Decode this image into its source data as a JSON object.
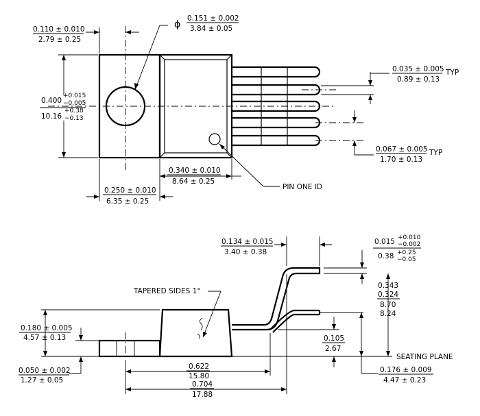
{
  "top_view": {
    "dim_flange_thickness": {
      "in": "0.110 ± 0.010",
      "mm": "2.79 ± 0.25"
    },
    "dim_hole_diameter": {
      "symbol": "ϕ",
      "in": "0.151 ± 0.002",
      "mm": "3.84 ± 0.05"
    },
    "dim_lead_width": {
      "in": "0.035 ± 0.005",
      "mm": "0.89 ± 0.13",
      "note": "TYP"
    },
    "dim_height": {
      "in": "0.400",
      "in_tol_plus": "+0.015",
      "in_tol_minus": "−0.005",
      "mm": "10.16",
      "mm_tol_plus": "+0.38",
      "mm_tol_minus": "−0.13"
    },
    "dim_lead_pitch": {
      "in": "0.067 ± 0.005",
      "mm": "1.70 ± 0.13",
      "note": "TYP"
    },
    "dim_body_length": {
      "in": "0.340 ± 0.010",
      "mm": "8.64 ± 0.25"
    },
    "dim_hole_center": {
      "in": "0.250 ± 0.010",
      "mm": "6.35 ± 0.25"
    },
    "pin_one_label": "PIN ONE ID"
  },
  "side_view": {
    "dim_lead_offset": {
      "in": "0.134 ± 0.015",
      "mm": "3.40 ± 0.38"
    },
    "dim_lead_thickness": {
      "in": "0.015",
      "in_tol_plus": "+0.010",
      "in_tol_minus": "−0.002",
      "mm": "0.38",
      "mm_tol_plus": "+0.25",
      "mm_tol_minus": "−0.05"
    },
    "tapered_label": "TAPERED SIDES 1°",
    "dim_lead_height": {
      "in_max": "0.343",
      "in_min": "0.324",
      "mm_max": "8.70",
      "mm_min": "8.24"
    },
    "dim_body_height": {
      "in": "0.180 ± 0.005",
      "mm": "4.57 ± 0.13"
    },
    "dim_standoff": {
      "in": "0.105",
      "mm": "2.67"
    },
    "dim_tab_thickness": {
      "in": "0.050 ± 0.002",
      "mm": "1.27 ± 0.05"
    },
    "seating_plane_label": "SEATING PLANE",
    "dim_lead_bend": {
      "in": "0.176 ± 0.009",
      "mm": "4.47 ± 0.23"
    },
    "dim_body_to_bend": {
      "in": "0.622",
      "mm": "15.80"
    },
    "dim_overall_length": {
      "in": "0.704",
      "mm": "17.88"
    }
  }
}
